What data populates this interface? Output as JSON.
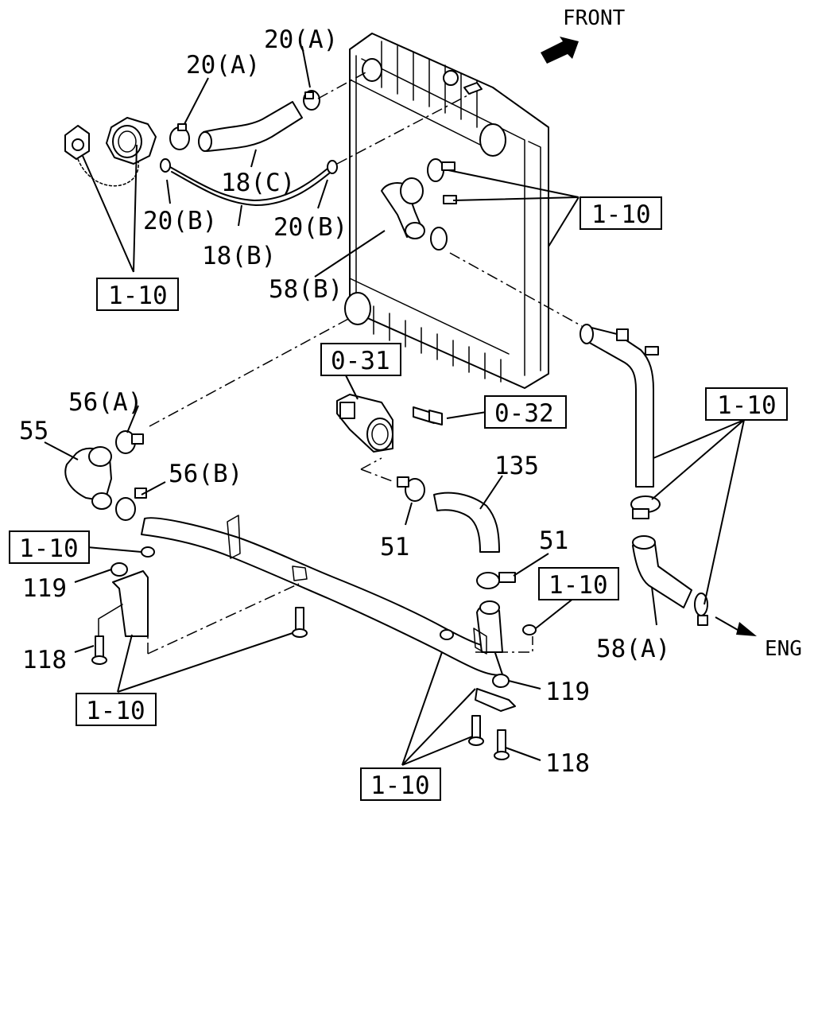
{
  "orientation": {
    "front_label": "FRONT",
    "eng_label": "ENG"
  },
  "callouts": {
    "c20a_top": "20(A)",
    "c20a_left": "20(A)",
    "c18c": "18(C)",
    "c20b_left": "20(B)",
    "c20b_right": "20(B)",
    "c18b": "18(B)",
    "c58b": "58(B)",
    "c56a": "56(A)",
    "c55": "55",
    "c56b": "56(B)",
    "c51_left": "51",
    "c51_right": "51",
    "c135": "135",
    "c119_left": "119",
    "c118_left": "118",
    "c119_right": "119",
    "c118_right": "118",
    "c58a": "58(A)"
  },
  "references": {
    "ref_cap": "1-10",
    "ref_radiator": "1-10",
    "ref_lower_right": "1-10",
    "ref_left_nut": "1-10",
    "ref_right_nut": "1-10",
    "ref_left_bracket": "1-10",
    "ref_bottom": "1-10",
    "ref_0_31": "0-31",
    "ref_0_32": "0-32"
  }
}
